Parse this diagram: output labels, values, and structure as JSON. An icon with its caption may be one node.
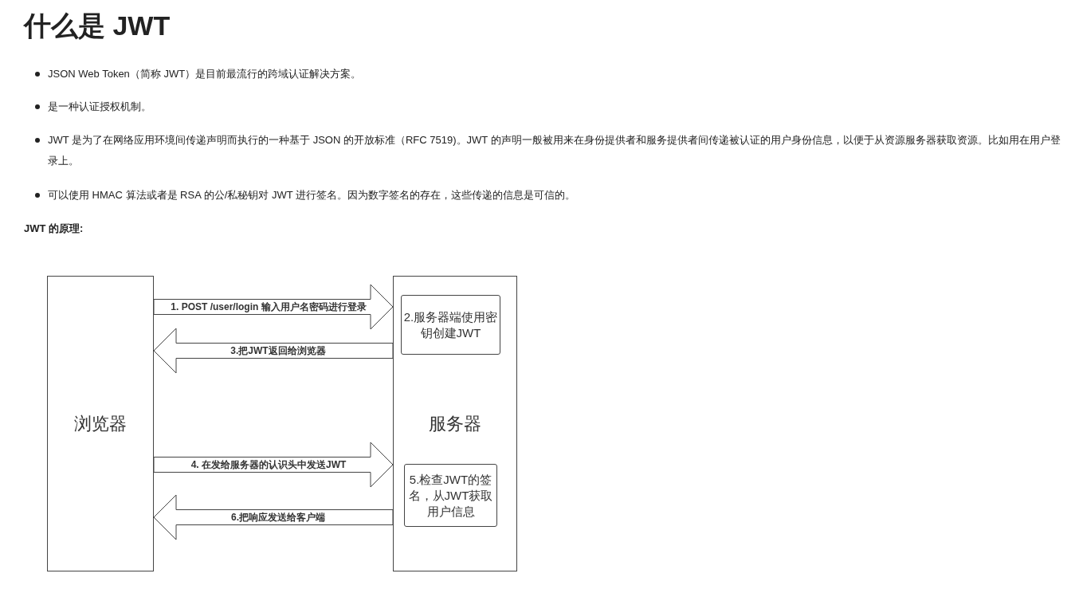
{
  "diagram": {
    "title": "什么是 JWT",
    "nodes": [
      {
        "text": [
          "浏览器"
        ]
      },
      {
        "text": [
          "服务器"
        ]
      },
      {
        "text": [
          "2.服务器端使用密钥创建JWT"
        ],
        "in": 1
      },
      {
        "text": [
          "5.检查JWT的签名，从JWT获取用户信息"
        ],
        "in": 1
      }
    ],
    "edges": [
      {
        "from": 0,
        "to": 1,
        "arrow": "to",
        "label": "1. POST /user/login 输入用户名密码进行登录"
      },
      {
        "from": 1,
        "to": 0,
        "arrow": "to",
        "label": "3.把JWT返回给浏览器"
      },
      {
        "from": 0,
        "to": 1,
        "arrow": "to",
        "label": "4. 在发给服务器的认识头中发送JWT"
      },
      {
        "from": 1,
        "to": 0,
        "arrow": "to",
        "label": "6.把响应发送给客户端"
      }
    ],
    "labels": [
      "JSON Web Token（简称 JWT）是目前最流行的跨域认证解决方案。",
      "是一种认证授权机制。",
      "JWT 是为了在网络应用环境间传递声明而执行的一种基于 JSON 的开放标准（RFC 7519)。JWT 的声明一般被用来在身份提供者和服务提供者间传递被认证的用户身份信息，以便于从资源服务器获取资源。比如用在用户登录上。",
      "可以使用 HMAC 算法或者是 RSA 的公/私秘钥对 JWT 进行签名。因为数字签名的存在，这些传递的信息是可信的。",
      "JWT 的原理:"
    ]
  }
}
